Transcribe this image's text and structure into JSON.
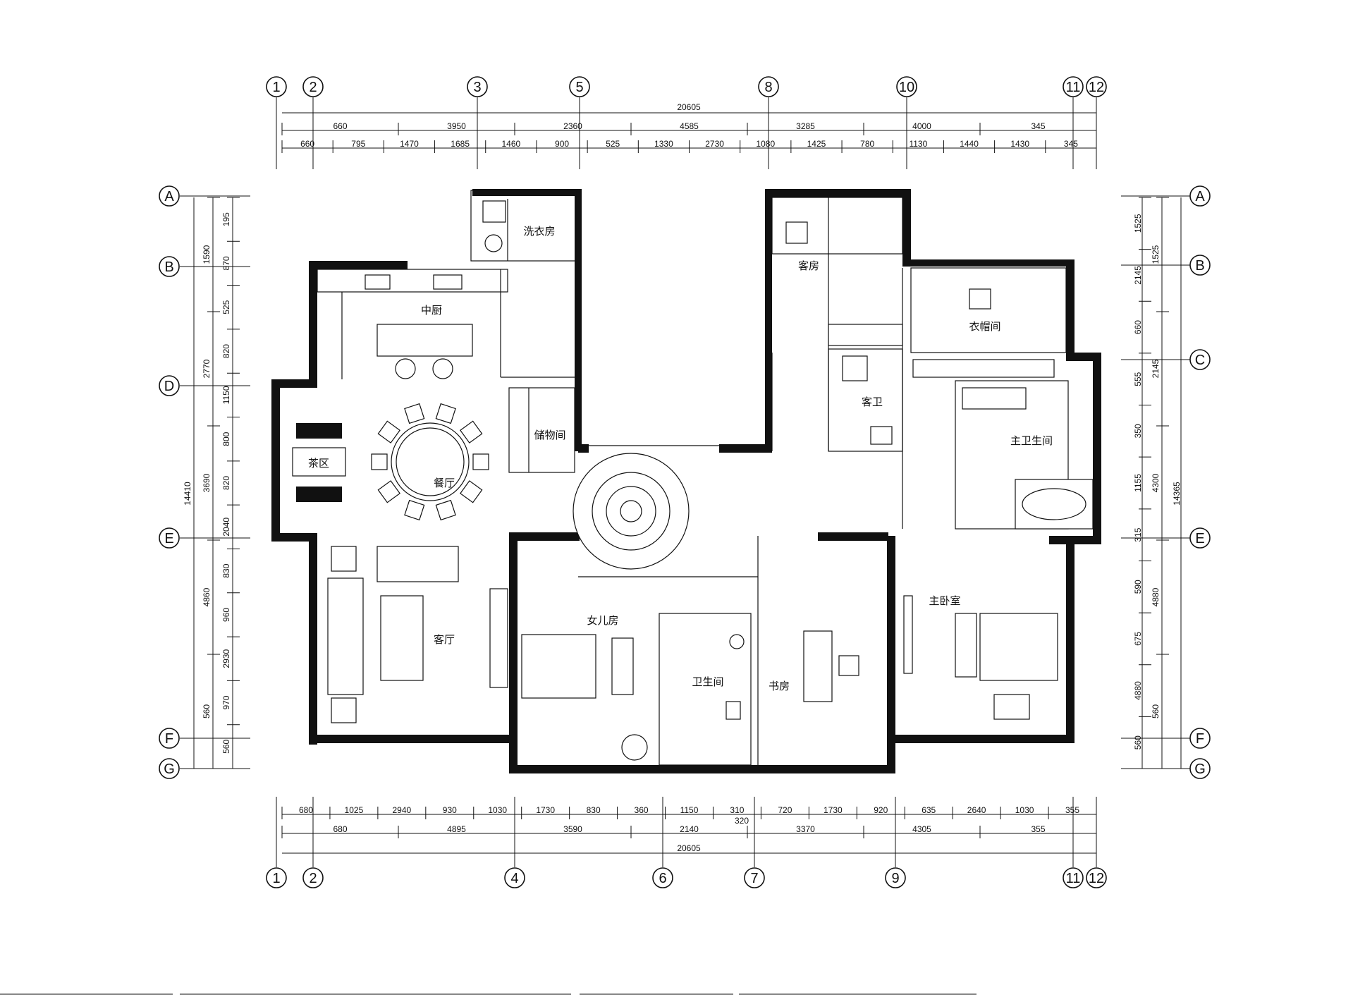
{
  "plan": {
    "grid_top": [
      "1",
      "2",
      "3",
      "5",
      "8",
      "10",
      "11",
      "12"
    ],
    "grid_bottom": [
      "1",
      "2",
      "4",
      "6",
      "7",
      "9",
      "11",
      "12"
    ],
    "grid_left": [
      "A",
      "B",
      "D",
      "E",
      "F",
      "G"
    ],
    "grid_right": [
      "A",
      "B",
      "C",
      "E",
      "F",
      "G"
    ],
    "dims_top_total": "20605",
    "dims_top_row1": [
      "660",
      "3950",
      "2360",
      "4585",
      "3285",
      "4000",
      "345"
    ],
    "dims_top_row2": [
      "660",
      "795",
      "1470",
      "1685",
      "1460",
      "900",
      "525",
      "1330",
      "2730",
      "1080",
      "1425",
      "780",
      "1130",
      "1440",
      "1430",
      "345"
    ],
    "dims_bottom_total": "20605",
    "dims_bottom_row1": [
      "680",
      "1025",
      "2940",
      "930",
      "1030",
      "1730",
      "830",
      "360",
      "1150",
      "310",
      "720",
      "1730",
      "920",
      "635",
      "2640",
      "1030",
      "355"
    ],
    "dims_bottom_extra": "320",
    "dims_bottom_row2": [
      "680",
      "4895",
      "3590",
      "2140",
      "3370",
      "4305",
      "355"
    ],
    "dims_left_total": "14410",
    "dims_left_outer": [
      "1590",
      "2770",
      "3690",
      "4860",
      "560"
    ],
    "dims_left_inner": [
      "195",
      "870",
      "525",
      "820",
      "1150",
      "800",
      "820",
      "2040",
      "830",
      "960",
      "2930",
      "970",
      "560"
    ],
    "dims_right_total": "14365",
    "dims_right_outer": [
      "1525",
      "2145",
      "4300",
      "4880",
      "560"
    ],
    "dims_right_inner": [
      "1525",
      "2145",
      "660",
      "555",
      "350",
      "1155",
      "315",
      "590",
      "675",
      "4880",
      "560"
    ],
    "rooms": {
      "laundry": "洗衣房",
      "kitchen": "中厨",
      "tea": "茶区",
      "dining": "餐厅",
      "storage": "储物间",
      "living": "客厅",
      "daughter": "女儿房",
      "bath": "卫生间",
      "study": "书房",
      "guest": "客房",
      "guest_bath": "客卫",
      "cloak": "衣帽间",
      "master_bath": "主卫生间",
      "master_bed": "主卧室"
    }
  }
}
